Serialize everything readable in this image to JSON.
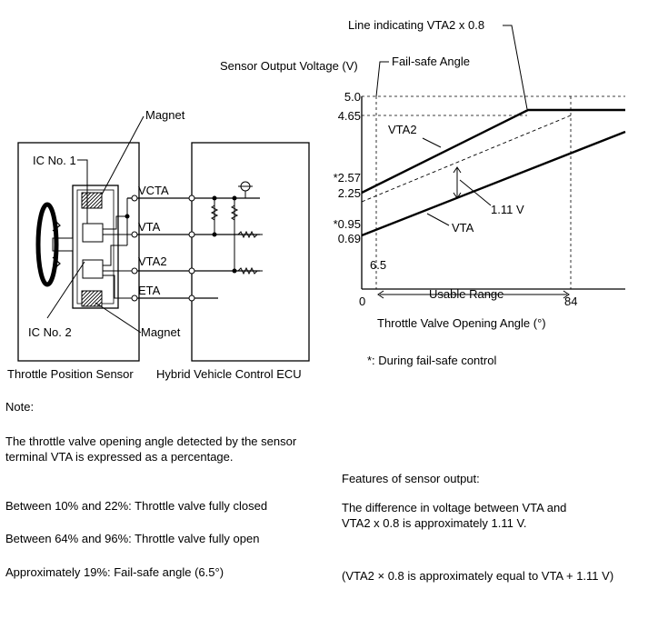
{
  "sensor_diagram": {
    "magnet_top_label": "Magnet",
    "magnet_bottom_label": "Magnet",
    "ic1_label": "IC No. 1",
    "ic2_label": "IC No. 2",
    "terminals": {
      "vcta": "VCTA",
      "vta": "VTA",
      "vta2": "VTA2",
      "eta": "ETA"
    },
    "sensor_caption": "Throttle Position Sensor",
    "ecu_caption": "Hybrid Vehicle Control ECU"
  },
  "graph": {
    "vta2_factor_label": "Line indicating VTA2 x 0.8",
    "y_axis_title": "Sensor Output Voltage (V)",
    "failsafe_label": "Fail-safe Angle",
    "y_ticks": [
      "5.0",
      "4.65",
      "*2.57",
      "2.25",
      "*0.95",
      "0.69"
    ],
    "x_ticks": [
      "0",
      "6.5",
      "84"
    ],
    "vta2_line_label": "VTA2",
    "vta_line_label": "VTA",
    "difference_label": "1.11 V",
    "usable_range_label": "Usable Range",
    "x_axis_title": "Throttle Valve Opening Angle (°)",
    "footnote": "*: During fail-safe control"
  },
  "notes": {
    "heading": "Note:",
    "description": "The throttle valve opening angle detected by the sensor\nterminal VTA is expressed as a percentage.",
    "closed_range": "Between 10% and 22%: Throttle valve fully closed",
    "open_range": "Between 64% and 96%: Throttle valve fully open",
    "failsafe": "Approximately 19%: Fail-safe angle (6.5°)"
  },
  "features": {
    "heading": "Features of sensor output:",
    "difference": "The difference in voltage between VTA and\nVTA2 x 0.8 is approximately 1.11 V.",
    "relation": "(VTA2 × 0.8 is approximately equal to VTA + 1.11 V)"
  }
}
